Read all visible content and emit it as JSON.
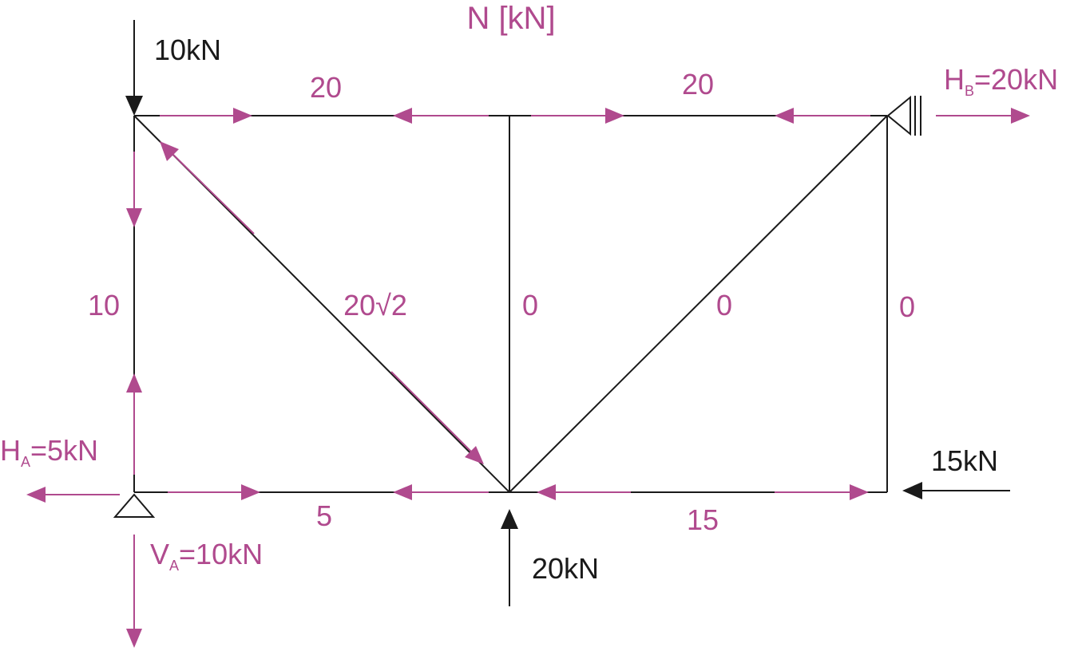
{
  "title": "N [kN]",
  "colors": {
    "member": "#1a1a1a",
    "force": "#b04a8e",
    "load": "#1a1a1a"
  },
  "member_forces": {
    "top_left": "20",
    "top_right": "20",
    "left_vertical": "10",
    "diagonal_left": "20√2",
    "middle_vertical": "0",
    "diagonal_right": "0",
    "right_vertical": "0",
    "bottom_left": "5",
    "bottom_right": "15"
  },
  "reactions": {
    "ha": {
      "base": "H",
      "sub": "A",
      "rest": "=5kN"
    },
    "va": {
      "base": "V",
      "sub": "A",
      "rest": "=10kN"
    },
    "hb": {
      "base": "H",
      "sub": "B",
      "rest": "=20kN"
    }
  },
  "loads": {
    "top_left": "10kN",
    "bottom_middle": "20kN",
    "right": "15kN"
  }
}
